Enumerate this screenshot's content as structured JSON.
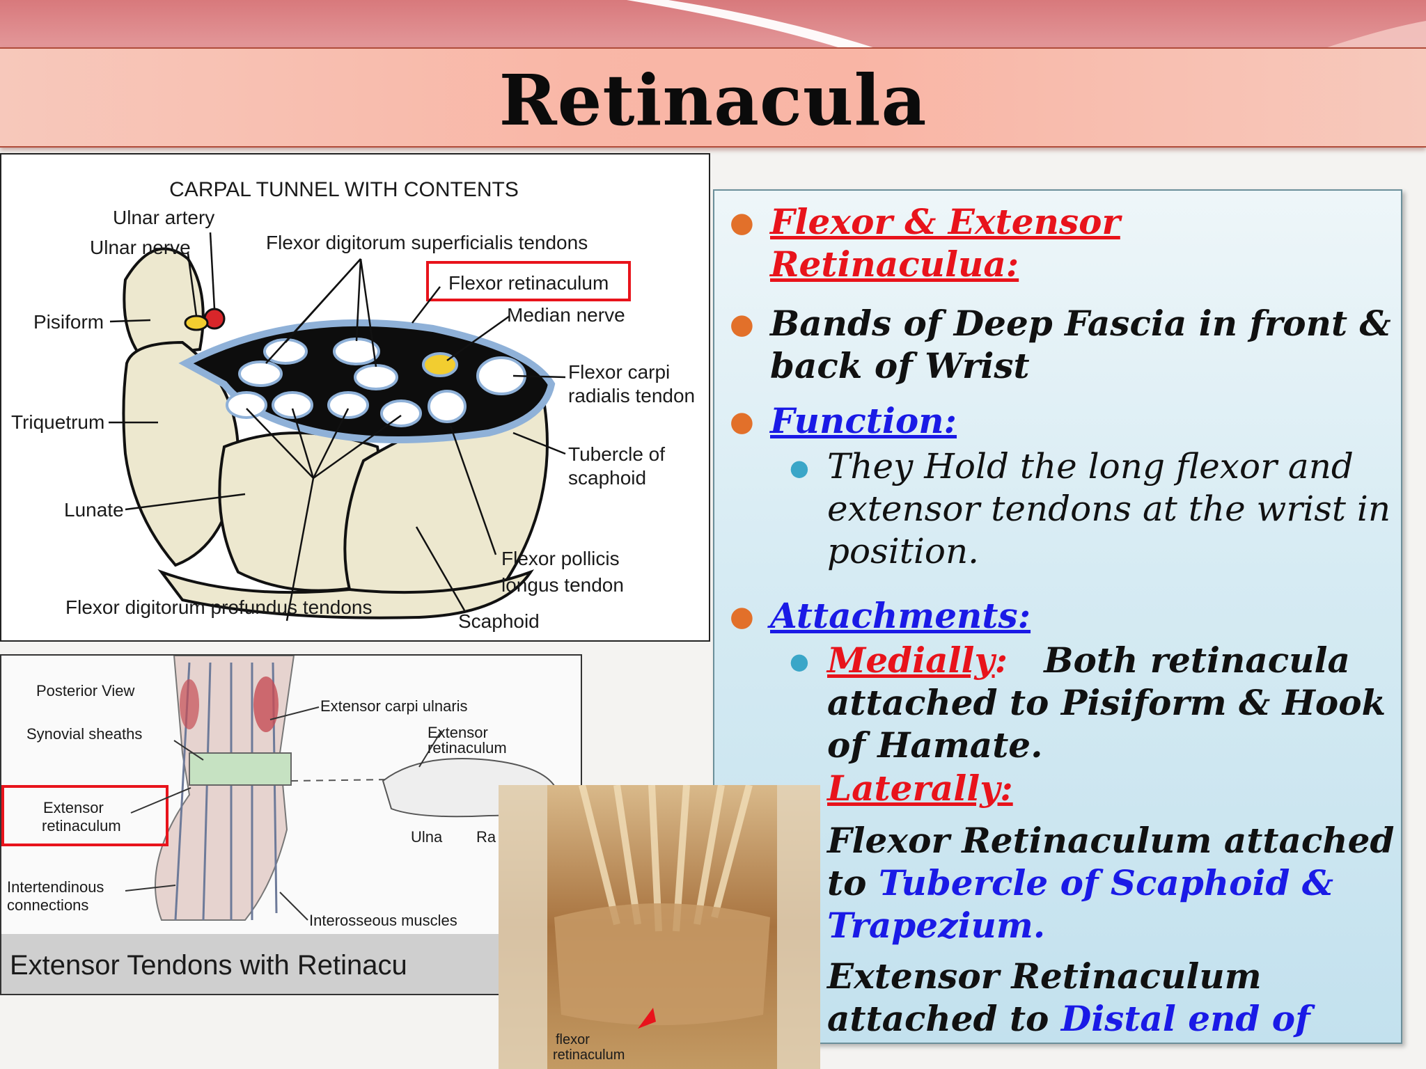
{
  "slide": {
    "title": "Retinacula"
  },
  "figure_carpal": {
    "heading": "CARPAL TUNNEL WITH CONTENTS",
    "labels": {
      "ulnar_artery": "Ulnar artery",
      "ulnar_nerve": "Ulnar nerve",
      "fds_tendons": "Flexor digitorum superficialis tendons",
      "flexor_retinaculum": "Flexor retinaculum",
      "pisiform": "Pisiform",
      "median_nerve": "Median nerve",
      "fcr_1": "Flexor carpi",
      "fcr_2": "radialis tendon",
      "triquetrum": "Triquetrum",
      "tubercle_1": "Tubercle of",
      "tubercle_2": "scaphoid",
      "lunate": "Lunate",
      "fpl_1": "Flexor pollicis",
      "fpl_2": "longus tendon",
      "fdp_tendons": "Flexor digitorum profundus tendons",
      "scaphoid": "Scaphoid"
    }
  },
  "figure_extensor": {
    "labels": {
      "posterior_view": "Posterior View",
      "ext_carpi_ulnaris": "Extensor carpi ulnaris",
      "synovial_sheaths": "Synovial sheaths",
      "ext_ret_right_1": "Extensor",
      "ext_ret_right_2": "retinaculum",
      "ext_ret_box_1": "Extensor",
      "ext_ret_box_2": "retinaculum",
      "ulna": "Ulna",
      "radius_partial": "Ra",
      "intertendinous_1": "Intertendinous",
      "intertendinous_2": "connections",
      "interosseous": "Interosseous muscles"
    },
    "caption": "Extensor Tendons with Retinacu"
  },
  "figure_photo": {
    "label_1": "flexor",
    "label_2": "retinaculum"
  },
  "panel": {
    "b1_line1": "Flexor & Extensor",
    "b1_line2": "Retinaculua:",
    "b2_line1": "Bands of Deep Fascia in front &",
    "b2_line2": "back of Wrist",
    "b3": "Function:",
    "s1_line1": "They Hold the long flexor and",
    "s1_line2": "extensor tendons at the wrist in",
    "s1_line3": "position.",
    "b4": "Attachments:",
    "s2_label": "Medially",
    "s2_colon": ":",
    "s2_text1": "Both retinacula",
    "s2_line2": "attached to Pisiform & Hook",
    "s2_line3": "of Hamate.",
    "s3_label": "Laterally:",
    "s3_line2": "Flexor Retinaculum attached",
    "s3_line3_a": "to ",
    "s3_line3_b": "Tubercle of Scaphoid &",
    "s3_line4": "Trapezium.",
    "s3_line5": "Extensor Retinaculum",
    "s3_line6_a": "attached to ",
    "s3_line6_b": "Distal end of"
  },
  "colors": {
    "title_bar": "#f9b7a7",
    "accent_red": "#e8131b",
    "accent_blue": "#1a1ae6",
    "bullet_orange": "#e2702a",
    "bullet_teal": "#3aa6c8",
    "panel_bg": "#d6ebf3"
  }
}
